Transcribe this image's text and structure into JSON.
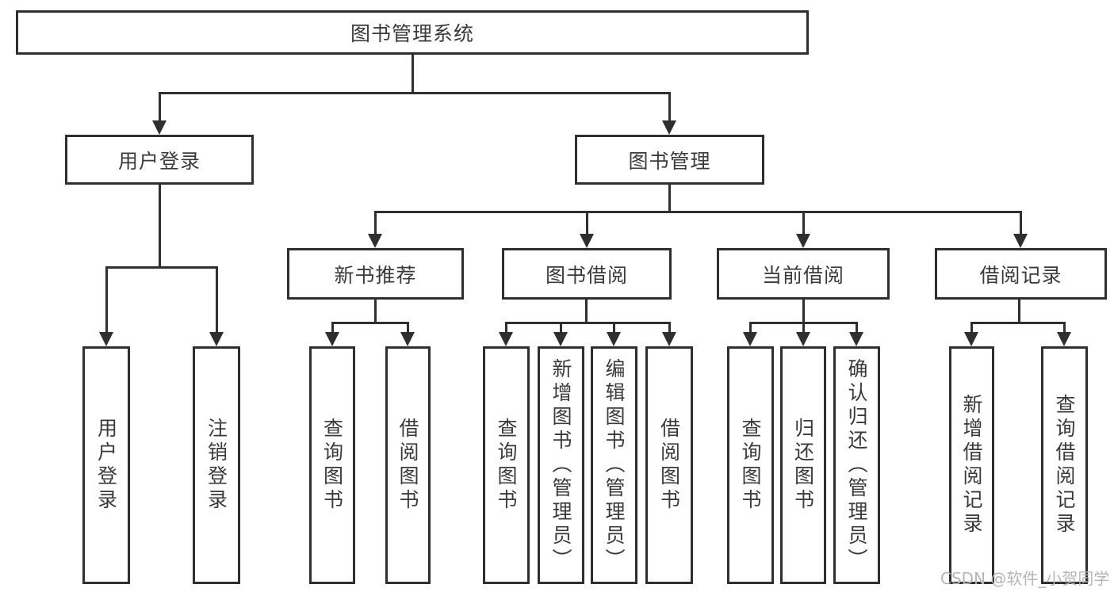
{
  "diagram": {
    "type": "tree",
    "title": "图书管理系统",
    "nodes": {
      "root": {
        "label": "图书管理系统"
      },
      "level2": [
        {
          "label": "用户登录"
        },
        {
          "label": "图书管理"
        }
      ],
      "level3": [
        {
          "label": "新书推荐",
          "parent": "图书管理"
        },
        {
          "label": "图书借阅",
          "parent": "图书管理"
        },
        {
          "label": "当前借阅",
          "parent": "图书管理"
        },
        {
          "label": "借阅记录",
          "parent": "图书管理"
        }
      ],
      "leaves": [
        {
          "label": "用户登录",
          "parent": "用户登录"
        },
        {
          "label": "注销登录",
          "parent": "用户登录"
        },
        {
          "label": "查询图书",
          "parent": "新书推荐"
        },
        {
          "label": "借阅图书",
          "parent": "新书推荐"
        },
        {
          "label": "查询图书",
          "parent": "图书借阅"
        },
        {
          "label": "新增图书（管理员）",
          "parent": "图书借阅"
        },
        {
          "label": "编辑图书（管理员）",
          "parent": "图书借阅"
        },
        {
          "label": "借阅图书",
          "parent": "图书借阅"
        },
        {
          "label": "查询图书",
          "parent": "当前借阅"
        },
        {
          "label": "归还图书",
          "parent": "当前借阅"
        },
        {
          "label": "确认归还（管理员）",
          "parent": "当前借阅"
        },
        {
          "label": "新增借阅记录",
          "parent": "借阅记录"
        },
        {
          "label": "查询借阅记录",
          "parent": "借阅记录"
        }
      ]
    },
    "colors": {
      "line": "#2f2f2f",
      "box_border": "#2f2f2f",
      "box_fill": "#ffffff",
      "text": "#3a3a3a",
      "background": "#ffffff",
      "watermark_text": "#b5b5b5"
    }
  },
  "watermark": {
    "text": "CSDN @软件_小贺同学"
  }
}
